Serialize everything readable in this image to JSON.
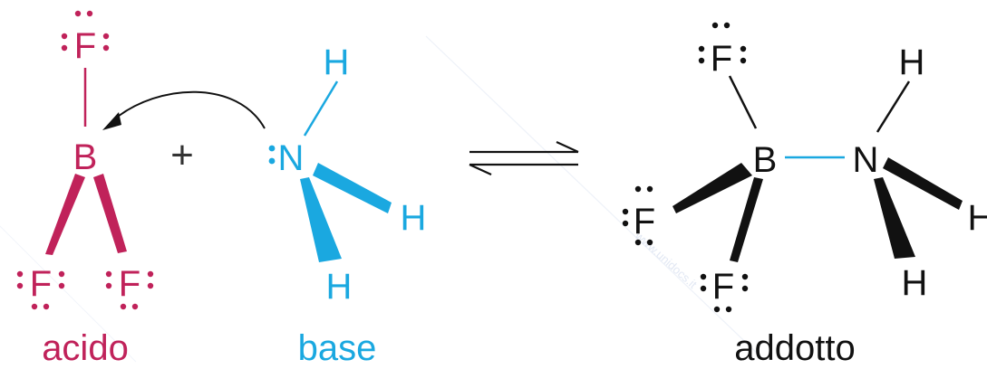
{
  "colors": {
    "acid": "#c0225a",
    "base": "#1aa8e0",
    "adduct": "#111111",
    "watermark": "#c9d4ea"
  },
  "acid": {
    "caption": "acido",
    "atoms": {
      "f_top": "F",
      "boron": "B",
      "f_left": "F",
      "f_right": "F"
    }
  },
  "base": {
    "caption": "base",
    "atoms": {
      "nitrogen": "N",
      "h_top": "H",
      "h_right": "H",
      "h_bottom": "H"
    }
  },
  "operators": {
    "plus": "+"
  },
  "adduct": {
    "caption": "addotto",
    "atoms": {
      "f_top": "F",
      "boron": "B",
      "nitrogen": "N",
      "f_left": "F",
      "f_bottom": "F",
      "h_top": "H",
      "h_right": "H",
      "h_bottom": "H"
    }
  },
  "watermark": {
    "text": "www.unidocs.it"
  }
}
